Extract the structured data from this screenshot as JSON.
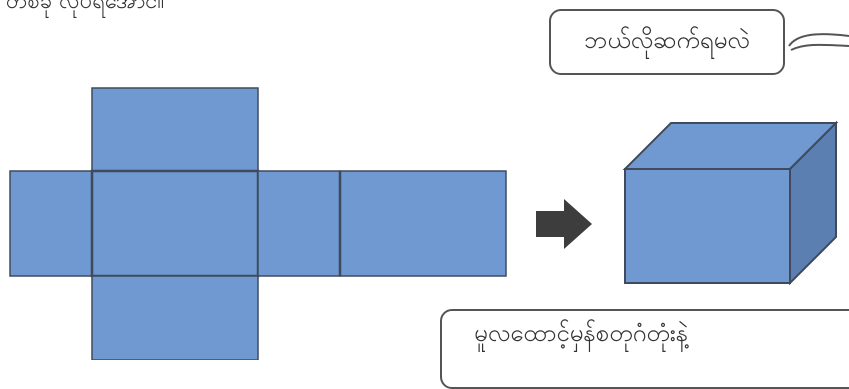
{
  "top_text": "တစ်ခု လုပ်ရအောင်။",
  "bubble_text": "ဘယ်လိုဆက်ရမလဲ",
  "bottom_text": "မူလထောင့်မှန်စတုဂံတုံးနဲ့",
  "colors": {
    "face": "#7099d1",
    "cube_side": "#5b7fb0",
    "edge": "#3f4a5c",
    "arrow": "#3d3d3d"
  }
}
